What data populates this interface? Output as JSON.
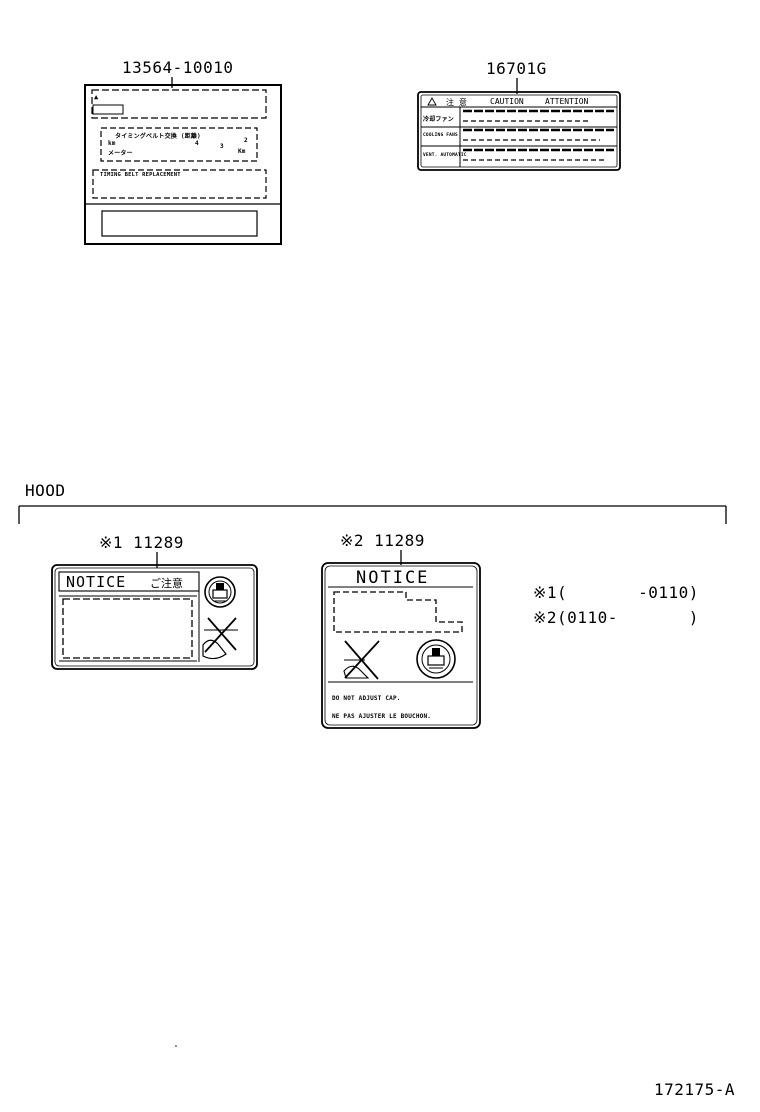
{
  "label_13564": {
    "part_number": "13564-10010",
    "title_jp": "タイミングベルト交換 (距離)",
    "unit": "Km",
    "row_left": "km",
    "row_left2": "メーター",
    "digits": [
      "4",
      "3",
      "2"
    ],
    "timing_text": "TIMING BELT REPLACEMENT",
    "code": "N/A"
  },
  "label_16701": {
    "part_number": "16701G",
    "caution": "CAUTION",
    "attention": "ATTENTION",
    "warn_jp": "注 意",
    "row1_label": "冷却ファン",
    "row2_label": "COOLING FANS",
    "row3_label": "VENT. AUTOMATIC"
  },
  "hood": {
    "label": "HOOD",
    "left_label": {
      "part_number": "※1 11289",
      "notice": "NOTICE",
      "notice_jp": "ご注意"
    },
    "right_label": {
      "part_number": "※2 11289",
      "notice": "NOTICE",
      "line1": "DO NOT ADJUST CAP.",
      "line2": "NE PAS AJUSTER LE BOUCHON."
    },
    "notes": [
      {
        "mark": "※1",
        "range": "(       -0110)"
      },
      {
        "mark": "※2",
        "range": "(0110-       )"
      }
    ]
  },
  "figure_id": "172175-A"
}
